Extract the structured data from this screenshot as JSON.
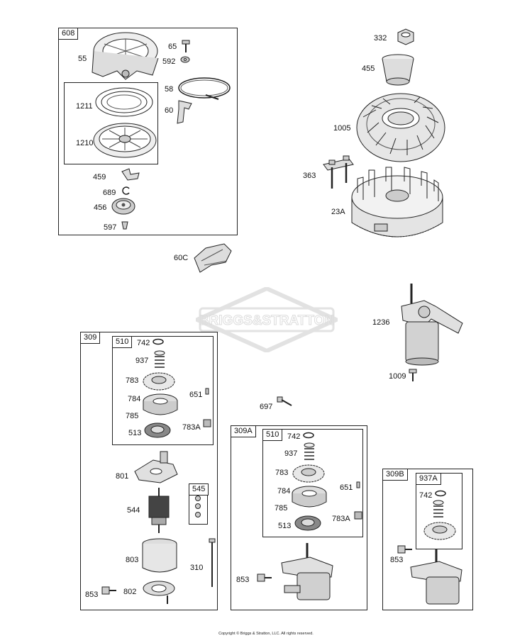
{
  "watermark": "BRIGGS&STRATTON",
  "copyright": "Copyright © Briggs & Stratton, LLC. All rights reserved.",
  "groups": {
    "g608": "608",
    "g309": "309",
    "g510a": "510",
    "g309A": "309A",
    "g510b": "510",
    "g545": "545",
    "g309B": "309B",
    "g937A": "937A"
  },
  "labels": {
    "p55": "55",
    "p65": "65",
    "p592": "592",
    "p58": "58",
    "p60": "60",
    "p1211": "1211",
    "p1210": "1210",
    "p459": "459",
    "p689": "689",
    "p456": "456",
    "p597": "597",
    "p60C": "60C",
    "p332": "332",
    "p455": "455",
    "p1005": "1005",
    "p363": "363",
    "p23A": "23A",
    "p1236": "1236",
    "p1009": "1009",
    "p697": "697",
    "a742": "742",
    "a937": "937",
    "a783": "783",
    "a784": "784",
    "a651": "651",
    "a785": "785",
    "a783A": "783A",
    "a513": "513",
    "a801": "801",
    "a544": "544",
    "a803": "803",
    "a310": "310",
    "a853": "853",
    "a802": "802",
    "b742": "742",
    "b937": "937",
    "b783": "783",
    "b651": "651",
    "b784": "784",
    "b785": "785",
    "b513": "513",
    "b783A": "783A",
    "b853": "853",
    "c742": "742",
    "c853": "853"
  }
}
